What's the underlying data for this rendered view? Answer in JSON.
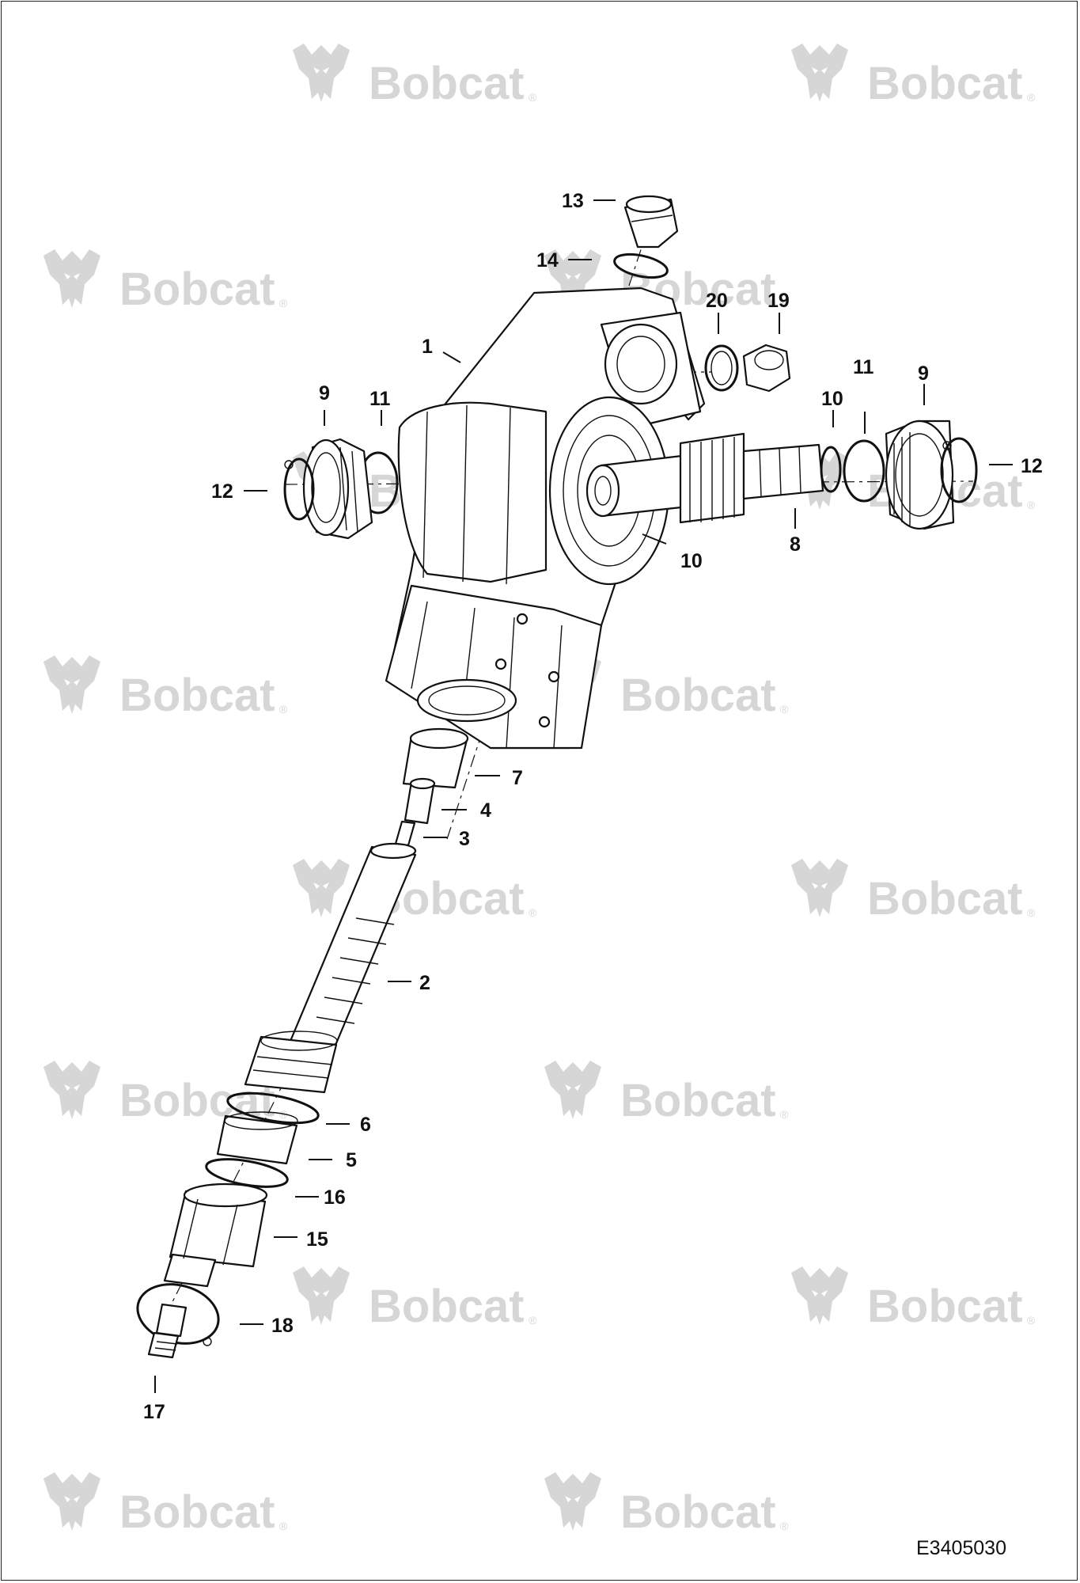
{
  "watermark": {
    "text": "Bobcat",
    "mark": "®"
  },
  "drawing_id": "E3405030",
  "callouts": [
    {
      "id": "c13",
      "label": "13"
    },
    {
      "id": "c14",
      "label": "14"
    },
    {
      "id": "c20",
      "label": "20"
    },
    {
      "id": "c19",
      "label": "19"
    },
    {
      "id": "c1",
      "label": "1"
    },
    {
      "id": "c9l",
      "label": "9"
    },
    {
      "id": "c11l",
      "label": "11"
    },
    {
      "id": "c11r",
      "label": "11"
    },
    {
      "id": "c9r",
      "label": "9"
    },
    {
      "id": "c10a",
      "label": "10"
    },
    {
      "id": "c12l",
      "label": "12"
    },
    {
      "id": "c12r",
      "label": "12"
    },
    {
      "id": "c10b",
      "label": "10"
    },
    {
      "id": "c8",
      "label": "8"
    },
    {
      "id": "c7",
      "label": "7"
    },
    {
      "id": "c4",
      "label": "4"
    },
    {
      "id": "c3",
      "label": "3"
    },
    {
      "id": "c2",
      "label": "2"
    },
    {
      "id": "c6",
      "label": "6"
    },
    {
      "id": "c5",
      "label": "5"
    },
    {
      "id": "c16",
      "label": "16"
    },
    {
      "id": "c15",
      "label": "15"
    },
    {
      "id": "c18",
      "label": "18"
    },
    {
      "id": "c17",
      "label": "17"
    }
  ]
}
